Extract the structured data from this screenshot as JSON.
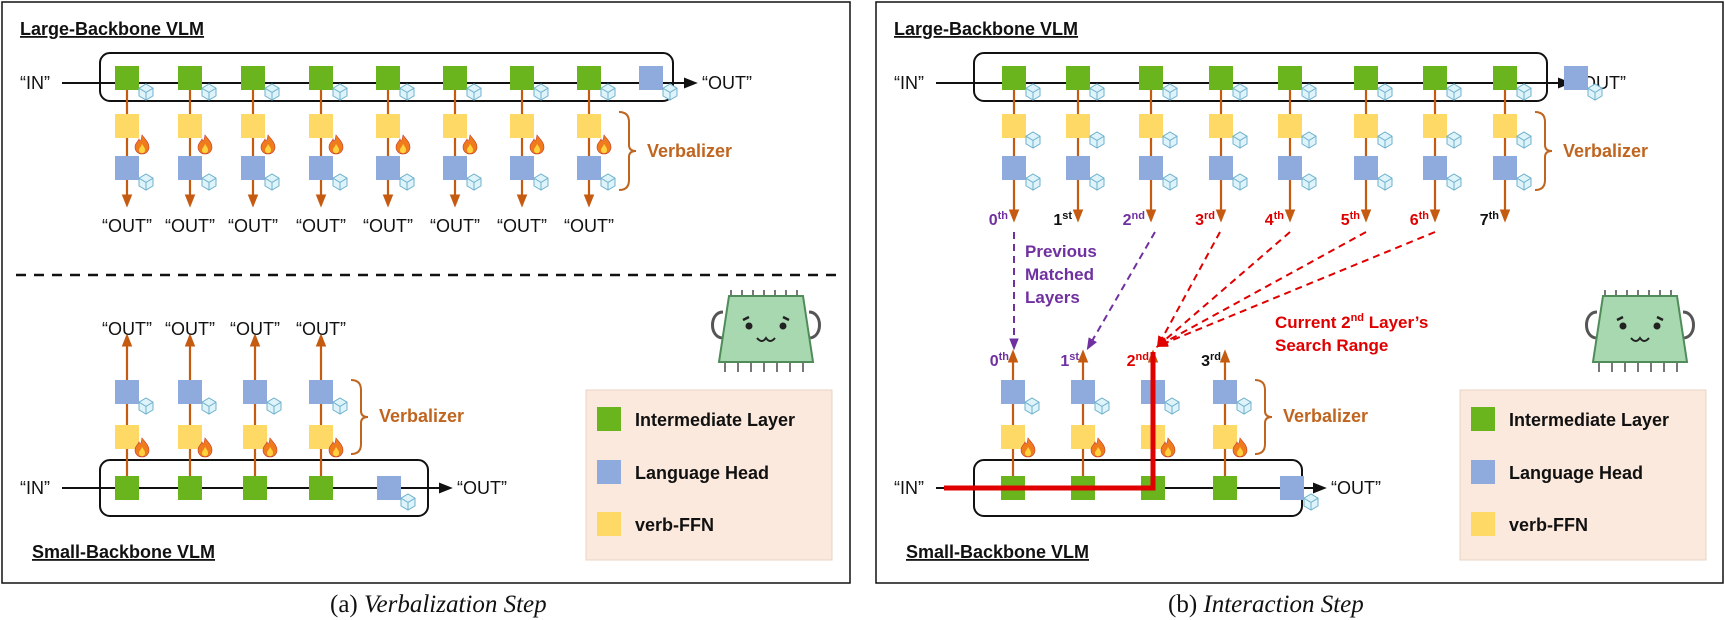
{
  "panel_a": {
    "large_title": "Large-Backbone VLM",
    "small_title": "Small-Backbone VLM",
    "in_label": "“IN”",
    "out_label": "“OUT”",
    "verbalizer_label": "Verbalizer",
    "caption_prefix": "(a) ",
    "caption_italic": "Verbalization Step"
  },
  "panel_b": {
    "large_title": "Large-Backbone VLM",
    "small_title": "Small-Backbone VLM",
    "in_label": "“IN”",
    "out_label": "“OUT”",
    "verbalizer_label": "Verbalizer",
    "large_ordinals": [
      {
        "num": "0",
        "sup": "th"
      },
      {
        "num": "1",
        "sup": "st"
      },
      {
        "num": "2",
        "sup": "nd"
      },
      {
        "num": "3",
        "sup": "rd"
      },
      {
        "num": "4",
        "sup": "th"
      },
      {
        "num": "5",
        "sup": "th"
      },
      {
        "num": "6",
        "sup": "th"
      },
      {
        "num": "7",
        "sup": "th"
      }
    ],
    "small_ordinals": [
      {
        "num": "0",
        "sup": "th"
      },
      {
        "num": "1",
        "sup": "st"
      },
      {
        "num": "2",
        "sup": "nd"
      },
      {
        "num": "3",
        "sup": "rd"
      }
    ],
    "previous_label": [
      "Previous",
      "Matched",
      "Layers"
    ],
    "current_label": {
      "line1_pre": "Current 2",
      "line1_sup": "nd",
      "line1_post": " Layer’s",
      "line2": "Search Range"
    },
    "caption_prefix": "(b) ",
    "caption_italic": "Interaction Step"
  },
  "legend": {
    "intermediate": "Intermediate Layer",
    "head": "Language Head",
    "ffn": "verb-FFN"
  },
  "colors": {
    "intermediate": "#6ab51d",
    "head": "#8faadc",
    "ffn": "#ffd966",
    "arrow": "#c55a11",
    "purple": "#7030a0",
    "red": "#e00000",
    "verbalizer": "#c0651f",
    "legend_bg": "#fbe9dd",
    "chip_body": "#a8d8b0"
  },
  "icons": {
    "frozen": "ice-cube-icon",
    "trainable": "fire-icon",
    "mascot": "chip-mascot-icon"
  }
}
